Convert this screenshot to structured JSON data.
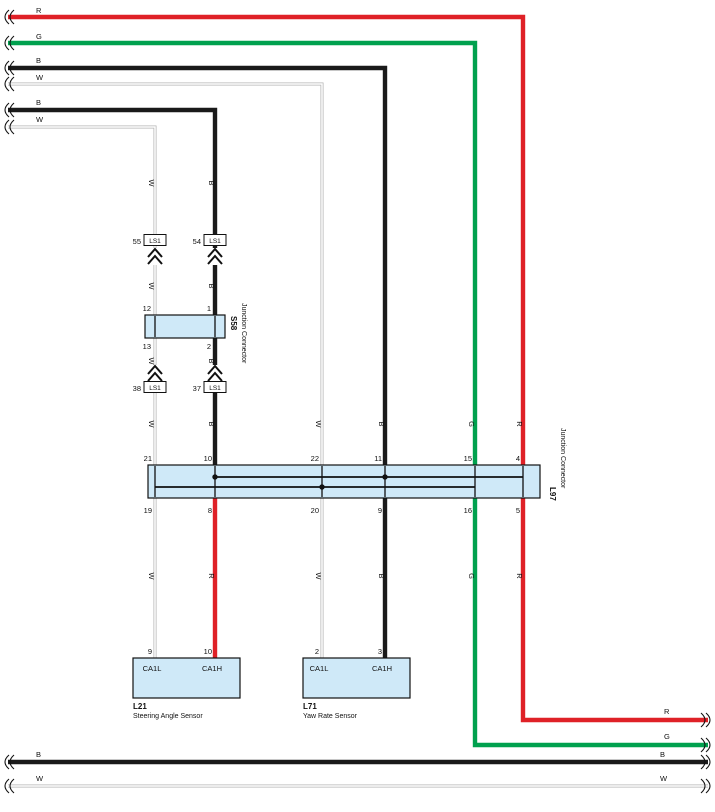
{
  "colors": {
    "red": "#df2127",
    "green": "#00a14e",
    "connector_fill": "#cfe9f8"
  },
  "top_wires": {
    "w1": "R",
    "w2": "G",
    "w3": "B",
    "w4": "W",
    "w5": "B",
    "w6": "W"
  },
  "seg": {
    "r1": [
      "W",
      "B"
    ],
    "r2": [
      "W",
      "B"
    ],
    "r3": [
      "W",
      "B"
    ],
    "r4": [
      "W",
      "B",
      "W",
      "B",
      "G",
      "R"
    ],
    "r5": [
      "W",
      "R",
      "W",
      "B",
      "G",
      "R"
    ]
  },
  "shield_top": [
    {
      "pin": "55",
      "label": "LS1"
    },
    {
      "pin": "54",
      "label": "LS1"
    }
  ],
  "shield_bottom": [
    {
      "pin": "38",
      "label": "LS1"
    },
    {
      "pin": "37",
      "label": "LS1"
    }
  ],
  "s58": {
    "id": "S58",
    "name": "Junction Connector",
    "pins_top": [
      "12",
      "1"
    ],
    "pins_bottom": [
      "13",
      "2"
    ]
  },
  "l97": {
    "id": "L97",
    "name": "Junction Connector",
    "pins_top": [
      "21",
      "10",
      "22",
      "11",
      "15",
      "4"
    ],
    "pins_bottom": [
      "19",
      "8",
      "20",
      "9",
      "16",
      "5"
    ]
  },
  "l21": {
    "id": "L21",
    "name": "Steering Angle Sensor",
    "pins": [
      "9",
      "10"
    ],
    "terminals": [
      "CA1L",
      "CA1H"
    ]
  },
  "l71": {
    "id": "L71",
    "name": "Yaw Rate Sensor",
    "pins": [
      "2",
      "3"
    ],
    "terminals": [
      "CA1L",
      "CA1H"
    ]
  },
  "exits": {
    "r": "R",
    "g": "G"
  },
  "bottom": {
    "b_left": "B",
    "b_right": "B",
    "w_left": "W",
    "w_right": "W"
  }
}
